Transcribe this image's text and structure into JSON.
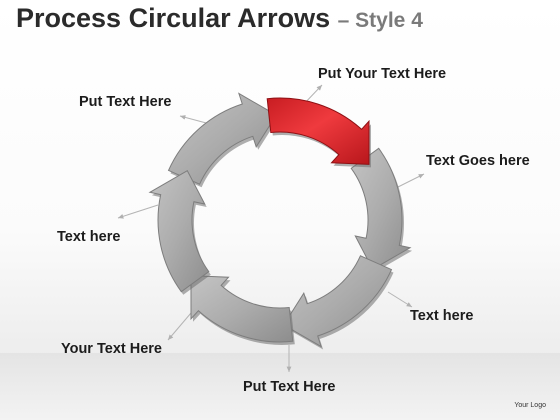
{
  "title": {
    "main": "Process Circular Arrows",
    "suffix": "– Style 4"
  },
  "labels": {
    "top_right": "Put Your Text Here",
    "top_left": "Put Text Here",
    "right_upper": "Text Goes here",
    "left": "Text here",
    "right_lower": "Text here",
    "bottom_left": "Your Text Here",
    "bottom": "Put Text Here"
  },
  "logo": "Your Logo",
  "diagram": {
    "segment_count": 6,
    "highlighted_segment": 1,
    "colors": {
      "highlight": "#e0262b",
      "segment": "#a9a9a9",
      "segment_edge": "#7d7d7d",
      "connector": "#9a9a9a"
    }
  }
}
